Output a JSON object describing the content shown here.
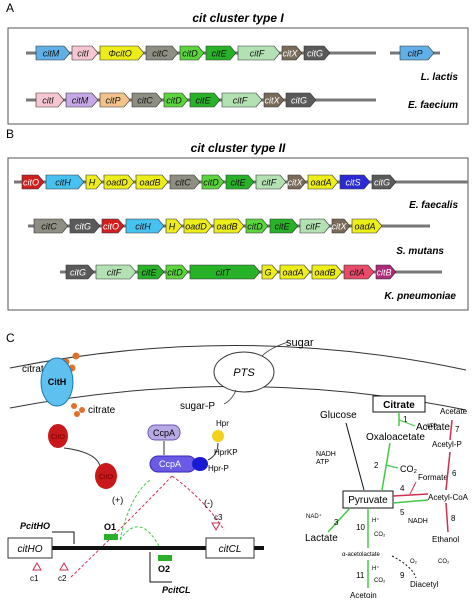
{
  "panelA": {
    "letter": "A",
    "title": "cit cluster type I",
    "row1": {
      "genes": [
        {
          "label": "citM",
          "color": "#5fb0e6"
        },
        {
          "label": "citI",
          "color": "#f6c6d2"
        },
        {
          "label": "ΦcitO",
          "color": "#eded1a"
        },
        {
          "label": "citC",
          "color": "#8e8e82"
        },
        {
          "label": "citD",
          "color": "#5ad53c"
        },
        {
          "label": "citE",
          "color": "#28b228"
        },
        {
          "label": "citF",
          "color": "#b3e1b3"
        },
        {
          "label": "citX",
          "color": "#7a6a5a"
        },
        {
          "label": "citG",
          "color": "#5a5a5a"
        }
      ],
      "extra": {
        "label": "citP",
        "color": "#5fb0e6"
      },
      "organism": "L. lactis"
    },
    "row2": {
      "genes": [
        {
          "label": "citI",
          "color": "#f6c6d2"
        },
        {
          "label": "citM",
          "color": "#c7a8e6"
        },
        {
          "label": "citP",
          "color": "#f2c28a"
        },
        {
          "label": "citC",
          "color": "#8e8e82"
        },
        {
          "label": "citD",
          "color": "#5ad53c"
        },
        {
          "label": "citE",
          "color": "#28b228"
        },
        {
          "label": "citF",
          "color": "#b3e1b3"
        },
        {
          "label": "citX",
          "color": "#7a6a5a"
        },
        {
          "label": "citG",
          "color": "#5a5a5a"
        }
      ],
      "organism": "E. faecium"
    }
  },
  "panelB": {
    "letter": "B",
    "title": "cit cluster type II",
    "row1": {
      "genes": [
        {
          "label": "citO",
          "color": "#cf1f1f"
        },
        {
          "label": "citH",
          "color": "#47c2f0"
        },
        {
          "label": "H",
          "color": "#eded1a"
        },
        {
          "label": "oadD",
          "color": "#eded1a"
        },
        {
          "label": "oadB",
          "color": "#eded1a"
        },
        {
          "label": "citC",
          "color": "#8e8e82"
        },
        {
          "label": "citD",
          "color": "#5ad53c"
        },
        {
          "label": "citE",
          "color": "#28b228"
        },
        {
          "label": "citF",
          "color": "#b3e1b3"
        },
        {
          "label": "citX",
          "color": "#7a6a5a"
        },
        {
          "label": "oadA",
          "color": "#eded1a"
        },
        {
          "label": "citS",
          "color": "#2b2bd6"
        },
        {
          "label": "citG",
          "color": "#5a5a5a"
        }
      ],
      "organism": "E. faecalis"
    },
    "row2": {
      "genes": [
        {
          "label": "citC",
          "color": "#8e8e82"
        },
        {
          "label": "citG",
          "color": "#5a5a5a"
        },
        {
          "label": "citO",
          "color": "#cf1f1f"
        },
        {
          "label": "citH",
          "color": "#47c2f0"
        },
        {
          "label": "H",
          "color": "#eded1a"
        },
        {
          "label": "oadD",
          "color": "#eded1a"
        },
        {
          "label": "oadB",
          "color": "#eded1a"
        },
        {
          "label": "citD",
          "color": "#5ad53c"
        },
        {
          "label": "citE",
          "color": "#28b228"
        },
        {
          "label": "citF",
          "color": "#b3e1b3"
        },
        {
          "label": "citX",
          "color": "#7a6a5a"
        },
        {
          "label": "oadA",
          "color": "#eded1a"
        }
      ],
      "organism": "S. mutans"
    },
    "row3": {
      "genes": [
        {
          "label": "citG",
          "color": "#5a5a5a"
        },
        {
          "label": "citF",
          "color": "#b3e1b3"
        },
        {
          "label": "citE",
          "color": "#28b228"
        },
        {
          "label": "citD",
          "color": "#5ad53c"
        },
        {
          "label": "citT",
          "color": "#28b228"
        },
        {
          "label": "G",
          "color": "#eded1a"
        },
        {
          "label": "oadA",
          "color": "#eded1a"
        },
        {
          "label": "oadB",
          "color": "#eded1a"
        },
        {
          "label": "citA",
          "color": "#e84a6a"
        },
        {
          "label": "citB",
          "color": "#b02a7a"
        }
      ],
      "organism": "K. pneumoniae"
    }
  },
  "panelC": {
    "letter": "C",
    "citrate_out": "citrate",
    "citrate_in": "citrate",
    "cith": "CitH",
    "pts": "PTS",
    "sugar": "sugar",
    "sugar_p": "sugar-P",
    "cito": "CitO",
    "ccpa1": "CcpA",
    "ccpa2": "CcpA",
    "hpr": "Hpr",
    "hprkp": "HprKP",
    "hprp": "Hpr-P",
    "pcitho": "PcitHO",
    "pcitcl": "PcitCL",
    "plus": "(+)",
    "minus": "(-)",
    "c1": "c1",
    "c2": "c2",
    "c3": "c3",
    "o1": "O1",
    "o2": "O2",
    "citho": "citHO",
    "citcl": "citCL",
    "path": {
      "glucose": "Glucose",
      "citrate": "Citrate",
      "acetate1": "Acetate",
      "oxaloacetate": "Oxaloacetate",
      "nadh_atp": "NADH\nATP",
      "co2_1": "CO₂",
      "pyruvate": "Pyruvate",
      "formate": "Formate",
      "acetylcoa": "Acetyl-CoA",
      "nadh2": "NADH",
      "acetate2": "Acetate",
      "atp": "ATP",
      "acetylp": "Acetyl-P",
      "ethanol": "Ethanol",
      "nad": "NAD⁺",
      "lactate": "Lactate",
      "h1": "H⁺",
      "co2_2": "CO₂",
      "alphaacet": "α-acetolactate",
      "h2": "H⁺",
      "co2_3": "CO₂",
      "o2": "O₂",
      "co2_4": "CO₂",
      "diacetyl": "Diacetyl",
      "acetoin": "Acetoin",
      "n1": "1",
      "n2": "2",
      "n3": "3",
      "n4": "4",
      "n5": "5",
      "n6": "6",
      "n7": "7",
      "n8": "8",
      "n9": "9",
      "n10": "10",
      "n11": "11"
    }
  }
}
